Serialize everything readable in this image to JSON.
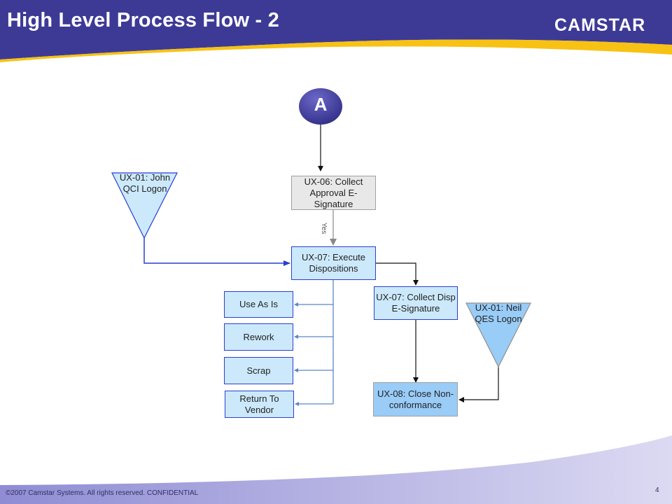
{
  "slide": {
    "title": "High Level Process Flow - 2",
    "logo": "CAMSTAR",
    "footer": "©2007 Camstar Systems. All rights reserved.  CONFIDENTIAL",
    "page_number": "4",
    "colors": {
      "header_bg": "#3d3a96",
      "accent_stripe": "#f7c213",
      "box_light_blue": "#cce9fb",
      "box_mid_blue": "#99ccf7",
      "box_gray": "#e8e8e8",
      "connector_blue": "#2a3fd0"
    }
  },
  "diagram": {
    "connector": "A",
    "nodes": {
      "ux06": "UX-06: Collect Approval E-Signature",
      "ux01_john": "UX-01: John QCI Logon",
      "ux07_execute": "UX-07: Execute Dispositions",
      "ux07_collect": "UX-07: Collect Disp E-Signature",
      "ux01_neil": "UX-01: Neil QES Logon",
      "ux08": "UX-08: Close Non-conformance",
      "use_as_is": "Use As Is",
      "rework": "Rework",
      "scrap": "Scrap",
      "return_to_vendor": "Return To Vendor"
    },
    "edge_labels": {
      "yes": "Yes"
    }
  }
}
